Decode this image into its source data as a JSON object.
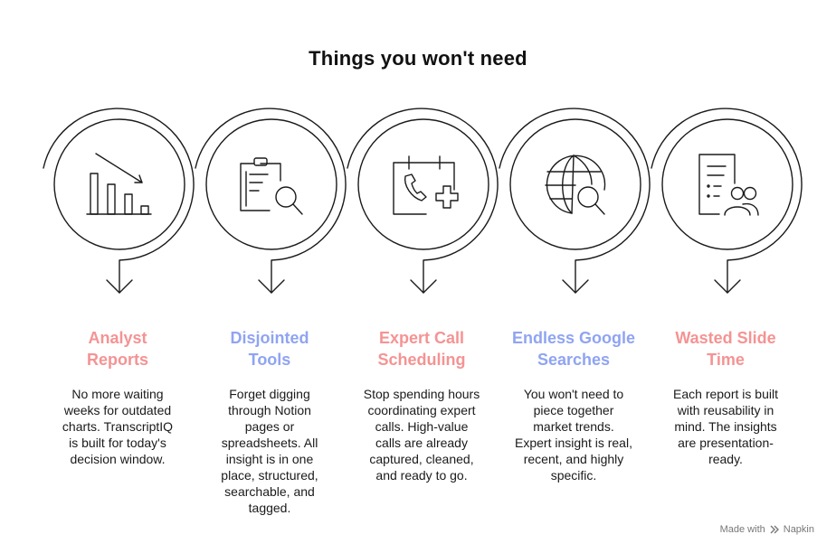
{
  "title": "Things you won't need",
  "items": [
    {
      "heading": [
        "Analyst",
        "Reports"
      ],
      "color": "#f59393",
      "icon": "declining-bar-chart-icon",
      "lines": [
        "No more waiting",
        "weeks for outdated",
        "charts. TranscriptIQ",
        "is built for today's",
        "decision window."
      ]
    },
    {
      "heading": [
        "Disjointed",
        "Tools"
      ],
      "color": "#8fa4f2",
      "icon": "clipboard-search-icon",
      "lines": [
        "Forget digging",
        "through Notion",
        "pages or",
        "spreadsheets. All",
        "insight is in one",
        "place, structured,",
        "searchable, and",
        "tagged."
      ]
    },
    {
      "heading": [
        "Expert Call",
        "Scheduling"
      ],
      "color": "#f59393",
      "icon": "calendar-phone-icon",
      "lines": [
        "Stop spending hours",
        "coordinating expert",
        "calls. High-value",
        "calls are already",
        "captured, cleaned,",
        "and ready to go."
      ]
    },
    {
      "heading": [
        "Endless Google",
        "Searches"
      ],
      "color": "#8fa4f2",
      "icon": "globe-search-icon",
      "lines": [
        "You won't need to",
        "piece together",
        "market trends.",
        "Expert insight is real,",
        "recent, and highly",
        "specific."
      ]
    },
    {
      "heading": [
        "Wasted Slide",
        "Time"
      ],
      "color": "#f59393",
      "icon": "report-team-icon",
      "lines": [
        "Each report is built",
        "with reusability in",
        "mind. The insights",
        "are presentation-",
        "ready."
      ]
    }
  ],
  "footer": {
    "made_with": "Made with",
    "brand": "Napkin"
  }
}
